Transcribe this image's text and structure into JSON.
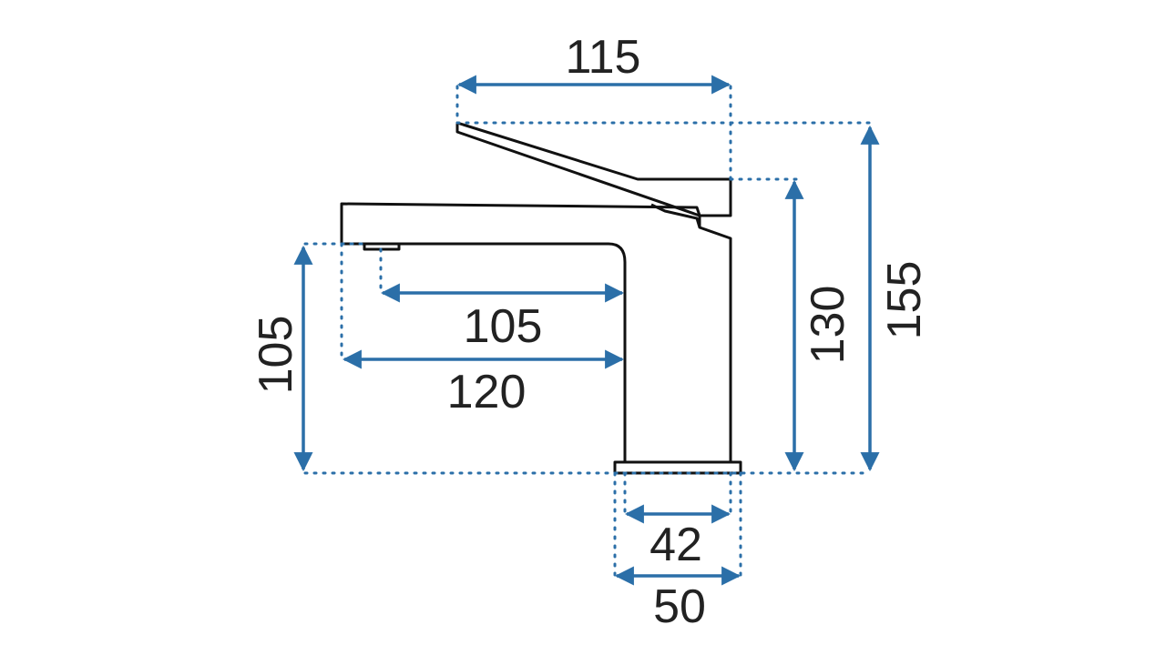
{
  "colors": {
    "dimension_color": "#2b6fa8",
    "outline_color": "#111111",
    "text_color": "#222222",
    "background": "#ffffff"
  },
  "dimensions": {
    "lever_length": "115",
    "total_height": "155",
    "body_height": "130",
    "spout_clearance": "105",
    "spout_reach": "105",
    "spout_length": "120",
    "body_depth": "42",
    "base_depth": "50"
  }
}
